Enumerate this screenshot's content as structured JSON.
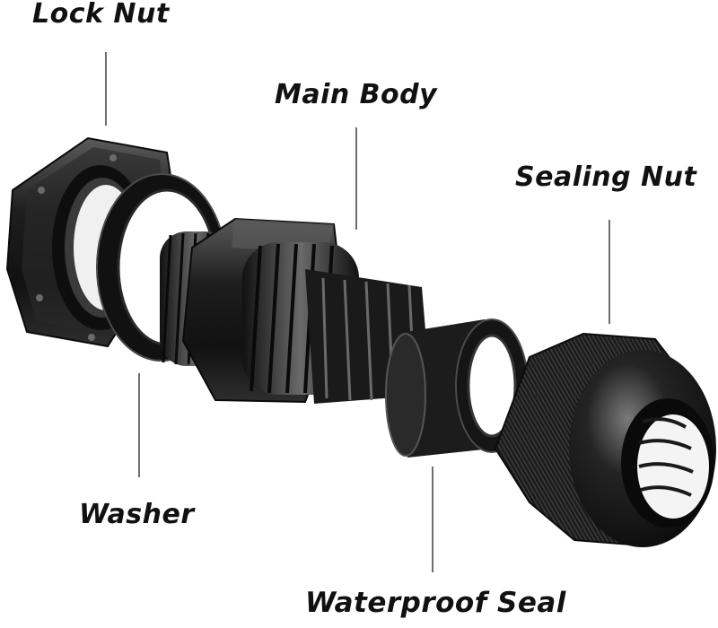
{
  "labels": {
    "lock_nut": "Lock Nut",
    "main_body": "Main Body",
    "sealing_nut": "Sealing Nut",
    "washer": "Washer",
    "waterproof_seal": "Waterproof Seal"
  },
  "colors": {
    "part_dark": "#1b1b1b",
    "part_mid": "#3a3a3a",
    "part_highlight": "#8a8a8a",
    "leader_line": "#6e6e6e",
    "background": "#ffffff"
  }
}
